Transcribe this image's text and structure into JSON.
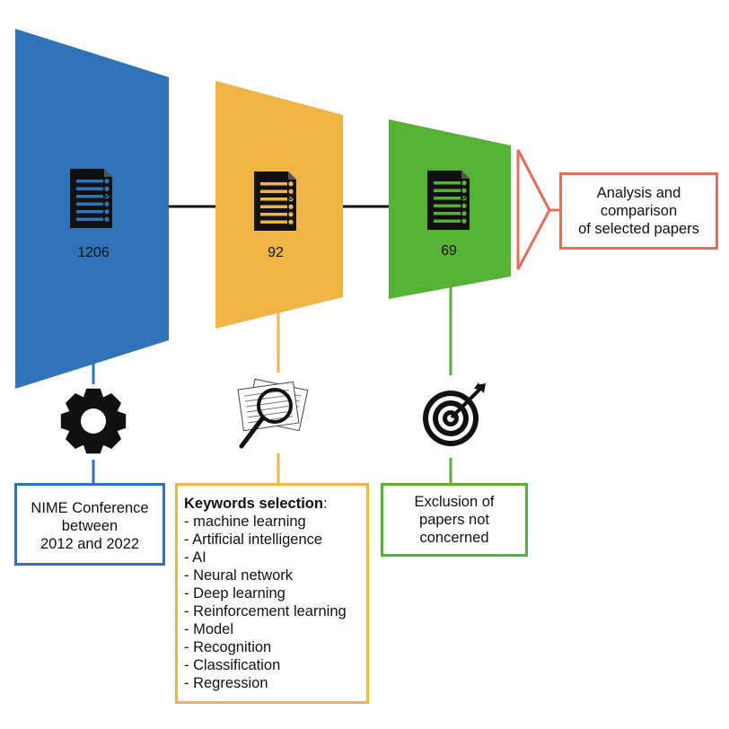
{
  "colors": {
    "stage_1": "#2f74b8",
    "stage_2": "#f0b445",
    "stage_3": "#55b234",
    "arrow": "#e56d5c",
    "icon": "#111111",
    "document_lines_1": "#2f74b8",
    "document_lines_2": "#f0b445",
    "document_lines_3": "#55b234"
  },
  "stages": [
    {
      "count": "1206",
      "icon": "gear-icon"
    },
    {
      "count": "92",
      "icon": "magnifier-documents-icon"
    },
    {
      "count": "69",
      "icon": "target-icon"
    }
  ],
  "boxes": {
    "nime_lines": [
      "NIME Conference",
      "between",
      "2012 and 2022"
    ],
    "keywords_title": "Keywords selection",
    "keywords_colon": ":",
    "keywords": [
      "- machine learning",
      "- Artificial intelligence",
      "- AI",
      "- Neural network",
      "- Deep learning",
      "- Reinforcement learning",
      "- Model",
      "- Recognition",
      "- Classification",
      "- Regression"
    ],
    "exclusion_lines": [
      "Exclusion of",
      "papers not",
      "concerned"
    ],
    "analysis_lines": [
      "Analysis and",
      "comparison",
      "of selected papers"
    ]
  }
}
